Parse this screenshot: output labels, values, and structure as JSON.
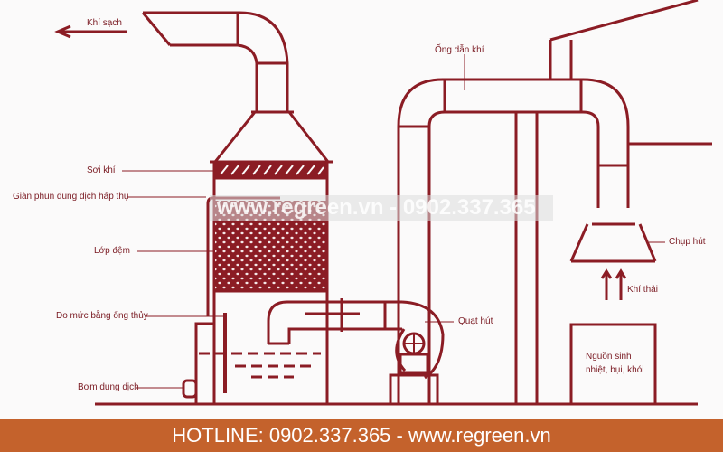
{
  "labels": {
    "clean_air": "Khí sạch",
    "mist_eliminator": "Sơi khí",
    "spray_rack": "Giàn phun dung dịch hấp thụ",
    "packing_layer": "Lớp đệm",
    "level_gauge": "Đo mức bằng ống thủy",
    "pump": "Bơm dung dịch",
    "duct": "Ống dẫn khí",
    "exhaust_fan": "Quạt hút",
    "hood": "Chụp hút",
    "waste_gas": "Khí thải",
    "source_line1": "Nguồn sinh",
    "source_line2": "nhiệt, bụi, khói"
  },
  "watermark": "www.regreen.vn - 0902.337.365",
  "footer": {
    "text": "HOTLINE: 0902.337.365 - www.regreen.vn"
  },
  "colors": {
    "line": "#8b1c24",
    "footer_bg": "#c4622c"
  }
}
